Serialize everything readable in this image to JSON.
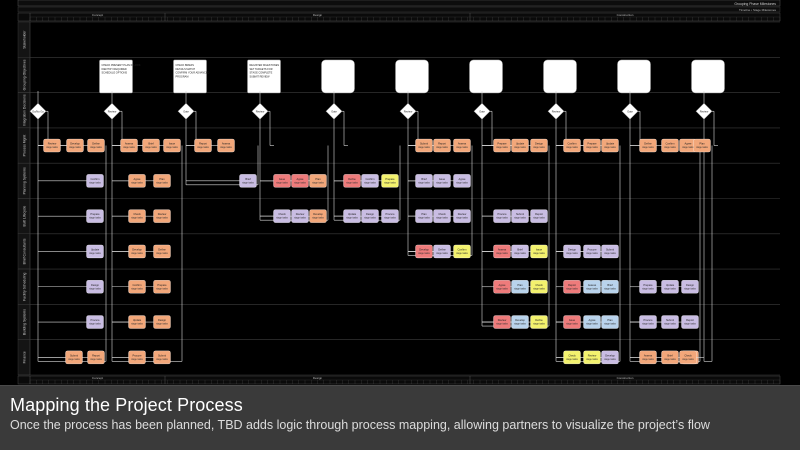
{
  "header": {
    "title": "Grouping Phase Milestones",
    "subtitle": "Timeline • Stage Milestones"
  },
  "timeline": {
    "groups": [
      "Concept",
      "Design",
      "Construction"
    ]
  },
  "lanes": [
    "Stakeholder",
    "Grouping Objectives",
    "Integration Decisions",
    "Process Mgmt",
    "Planning Systems",
    "Built Lifecycle",
    "Brief Consultants",
    "Facility Scheduling",
    "Building Systems",
    "Finance"
  ],
  "milestone_notes": [
    "CHECK PRESENT PLAN IF LOOK\nIDENTIFY REQUIRED\nSCHEDULE OPTIONS",
    "CHECK BRIEFS\nDETAILS MATCH\nCONFIRM YOUR ADVANCED\nPROGRAM",
    "REGISTER MILESTONES\nSET TARGETS FOR\nSTAGE COMPLETE\nSUBMIT REVIEW"
  ],
  "decision_labels": [
    "Go/No Go",
    "Review",
    "Gate",
    "Review",
    "Gate",
    "Review",
    "Gate",
    "Review",
    "Gate",
    "Review"
  ],
  "task_words": [
    "Review",
    "Develop",
    "Define",
    "Confirm",
    "Prepare",
    "Update",
    "Design",
    "Procure",
    "Submit",
    "Report",
    "Assess",
    "Brief",
    "Issue",
    "Agree",
    "Plan",
    "Check"
  ],
  "caption": {
    "title": "Mapping the Project Process",
    "subtitle": "Once the process has been planned, TBD adds logic through process mapping, allowing partners to visualize the project’s flow"
  },
  "colors": {
    "background": "#000000",
    "lane_line": "#3c3c3c",
    "connector": "#d8d8d8",
    "orange": "#f2a77a",
    "lavender": "#c9bde3",
    "red": "#ee7b7b",
    "blue": "#b9d3ec",
    "yellow": "#f3f26e",
    "white": "#ffffff",
    "caption_bg": "#3a3a3a"
  }
}
